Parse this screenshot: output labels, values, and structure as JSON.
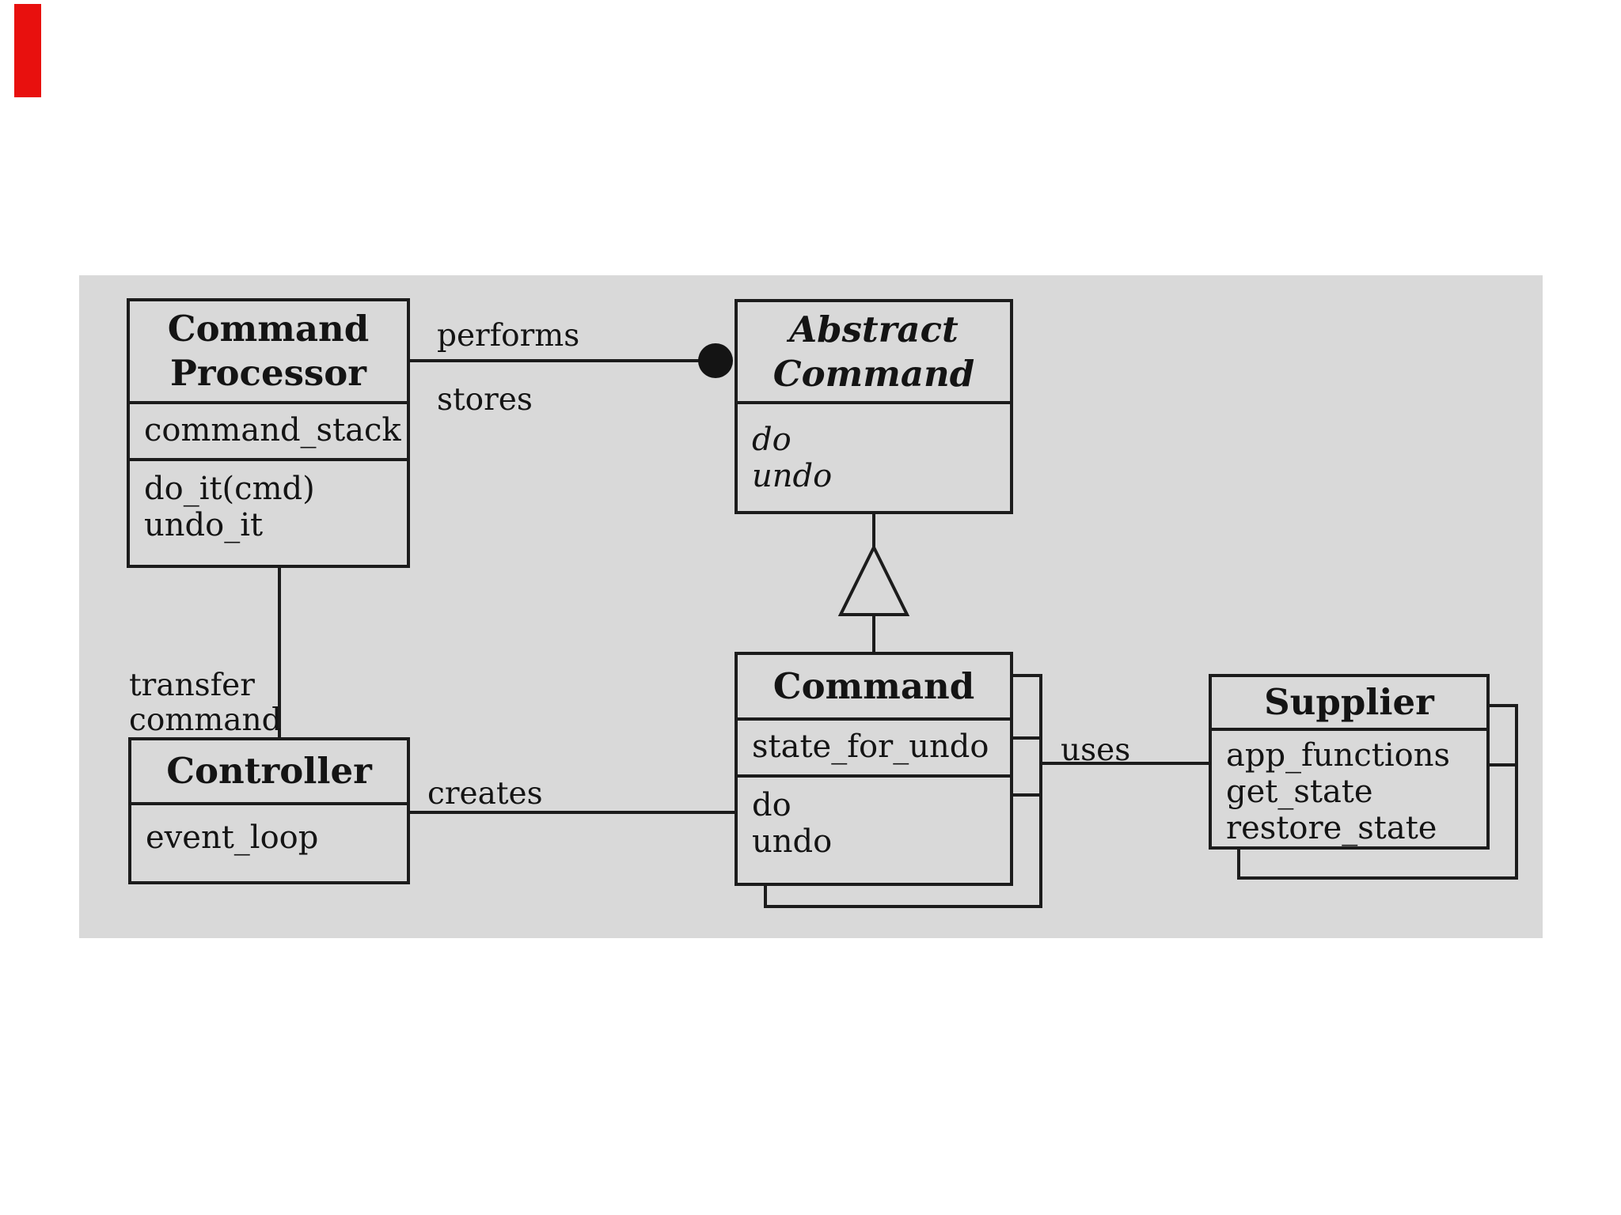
{
  "canvas": {
    "panel_bg": "#d9d9d9",
    "line_color": "#1c1c1c",
    "red_mark_color": "#e8100e"
  },
  "classes": {
    "command_processor": {
      "title_lines": [
        "Command",
        "Processor"
      ],
      "attributes": [
        "command_stack"
      ],
      "operations": [
        "do_it(cmd)",
        "undo_it"
      ]
    },
    "abstract_command": {
      "title_lines": [
        "Abstract",
        "Command"
      ],
      "operations": [
        "do",
        "undo"
      ]
    },
    "command": {
      "title": "Command",
      "attributes": [
        "state_for_undo"
      ],
      "operations": [
        "do",
        "undo"
      ]
    },
    "supplier": {
      "title": "Supplier",
      "operations": [
        "app_functions",
        "get_state",
        "restore_state"
      ]
    },
    "controller": {
      "title": "Controller",
      "attributes": [
        "event_loop"
      ]
    }
  },
  "relations": {
    "performs_label": "performs",
    "stores_label": "stores",
    "transfer_label_lines": [
      "transfer",
      "command"
    ],
    "creates_label": "creates",
    "uses_label": "uses"
  }
}
